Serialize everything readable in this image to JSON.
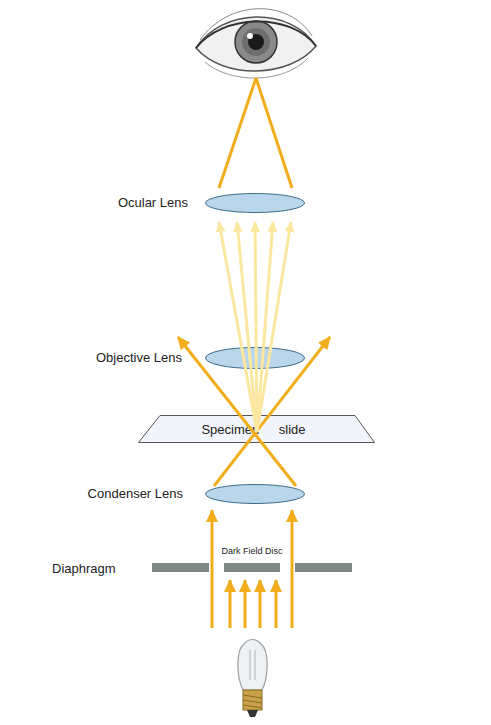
{
  "diagram": {
    "nodes": [
      {
        "text": [
          "Ocular Lens"
        ]
      },
      {
        "text": [
          "Objective Lens"
        ]
      },
      {
        "text": [
          "Specimen slide"
        ]
      },
      {
        "text": [
          "Condenser Lens"
        ]
      }
    ],
    "labels": [
      "Dark Field Disc",
      "Diaphragm"
    ]
  }
}
